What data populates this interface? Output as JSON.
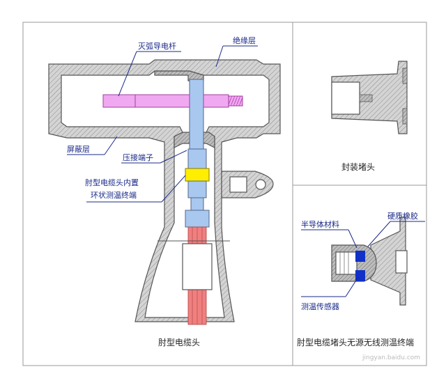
{
  "labels": {
    "arc_rod": "灭弧导电杆",
    "insulation": "绝缘层",
    "shield": "屏蔽层",
    "crimp": "压接端子",
    "sensor_built_in_line1": "肘型电缆头内置",
    "sensor_built_in_line2": "环状测温终端",
    "semiconductor": "半导体材料",
    "hard_rubber": "硬质橡胶",
    "temp_sensor": "测温传感器"
  },
  "captions": {
    "main": "肘型电缆头",
    "cap_plug": "封装堵头",
    "plug_sensor": "肘型电缆堵头无源无线测温终端"
  },
  "watermark": "jingyan.baidu.com",
  "colors": {
    "label": "#1a2a88",
    "hatch_body": "#c8c8c8",
    "conductor": "#a8c8f0",
    "arc_rod": "#f0a8f0",
    "sensor_ring": "#ffee00",
    "cable_core": "#f08080",
    "sensor_blue": "#1030c8"
  }
}
